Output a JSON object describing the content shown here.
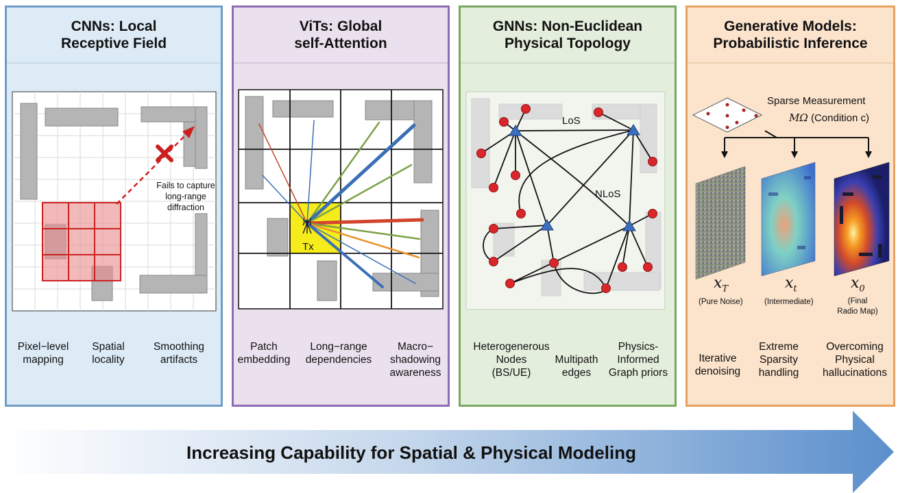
{
  "panels": [
    {
      "title_line1": "CNNs: Local",
      "title_line2": "Receptive Field",
      "annotation": [
        "Fails to capture",
        "long-range",
        "diffraction"
      ],
      "features": [
        [
          "Pixel−level",
          "mapping"
        ],
        [
          "Spatial",
          "locality"
        ],
        [
          "Smoothing",
          "artifacts"
        ]
      ]
    },
    {
      "title_line1": "ViTs: Global",
      "title_line2": "self-Attention",
      "tx_label": "Tx",
      "features": [
        [
          "Patch",
          "embedding"
        ],
        [
          "Long−range",
          "dependencies"
        ],
        [
          "Macro−",
          "shadowing",
          "awareness"
        ]
      ]
    },
    {
      "title_line1": "GNNs: Non-Euclidean",
      "title_line2": "Physical Topology",
      "edge_labels": [
        "LoS",
        "NLoS"
      ],
      "features": [
        [
          "Heterogenerous",
          "Nodes",
          "(BS/UE)"
        ],
        [
          "Multipath",
          "edges"
        ],
        [
          "Physics-",
          "Informed",
          "Graph priors"
        ]
      ]
    },
    {
      "title_line1": "Generative Models:",
      "title_line2": "Probabilistic Inference",
      "condition_line1": "Sparse Measurement",
      "condition_symbol": "MΩ",
      "condition_line2": "(Condition c)",
      "stages": [
        {
          "symbol": "x",
          "sub": "T",
          "caption": [
            "(Pure Noise)"
          ]
        },
        {
          "symbol": "x",
          "sub": "t",
          "caption": [
            "(Intermediate)"
          ]
        },
        {
          "symbol": "x",
          "sub": "0",
          "caption": [
            "(Final",
            "Radio Map)"
          ]
        }
      ],
      "features": [
        [
          "Iterative",
          "denoising"
        ],
        [
          "Extreme",
          "Sparsity",
          "handling"
        ],
        [
          "Overcoming",
          "Physical",
          "hallucinations"
        ]
      ]
    }
  ],
  "bottom_arrow_text": "Increasing Capability for Spatial & Physical Modeling",
  "colors": {
    "cnn": "#6f9cc6",
    "vit": "#8d6bb3",
    "gnn": "#78a85f",
    "gen": "#e6a15d",
    "node": "#d9262a",
    "bs": "#3a6fbf"
  }
}
